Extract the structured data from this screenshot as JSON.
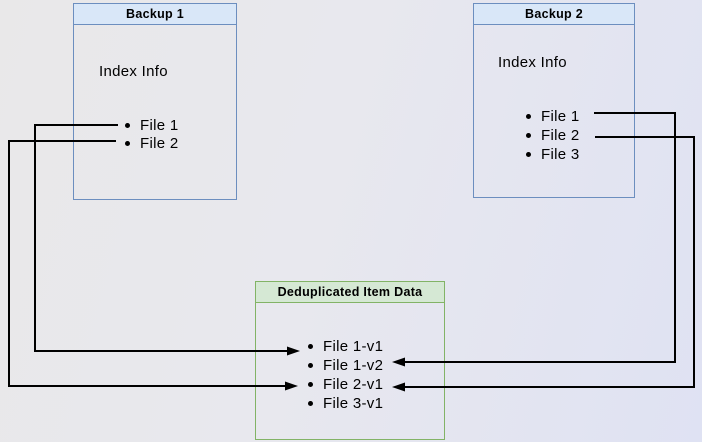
{
  "diagram": {
    "backup1": {
      "title": "Backup 1",
      "section_label": "Index Info",
      "files": [
        "File 1",
        "File 2"
      ]
    },
    "backup2": {
      "title": "Backup 2",
      "section_label": "Index Info",
      "files": [
        "File 1",
        "File 2",
        "File 3"
      ]
    },
    "dedup": {
      "title": "Deduplicated Item Data",
      "items": [
        "File 1-v1",
        "File 1-v2",
        "File 2-v1",
        "File 3-v1"
      ]
    },
    "edges": [
      {
        "from": "backup1 / File 1",
        "to": "dedup / File 1-v1"
      },
      {
        "from": "backup1 / File 2",
        "to": "dedup / File 2-v1"
      },
      {
        "from": "backup2 / File 1",
        "to": "dedup / File 1-v2"
      },
      {
        "from": "backup2 / File 2",
        "to": "dedup / File 2-v1"
      }
    ],
    "colors": {
      "backup_header_fill": "#d9e7f8",
      "backup_border": "#6c8ebf",
      "dedup_header_fill": "#d5e8d4",
      "dedup_border": "#82b366",
      "connector": "#000000"
    }
  }
}
